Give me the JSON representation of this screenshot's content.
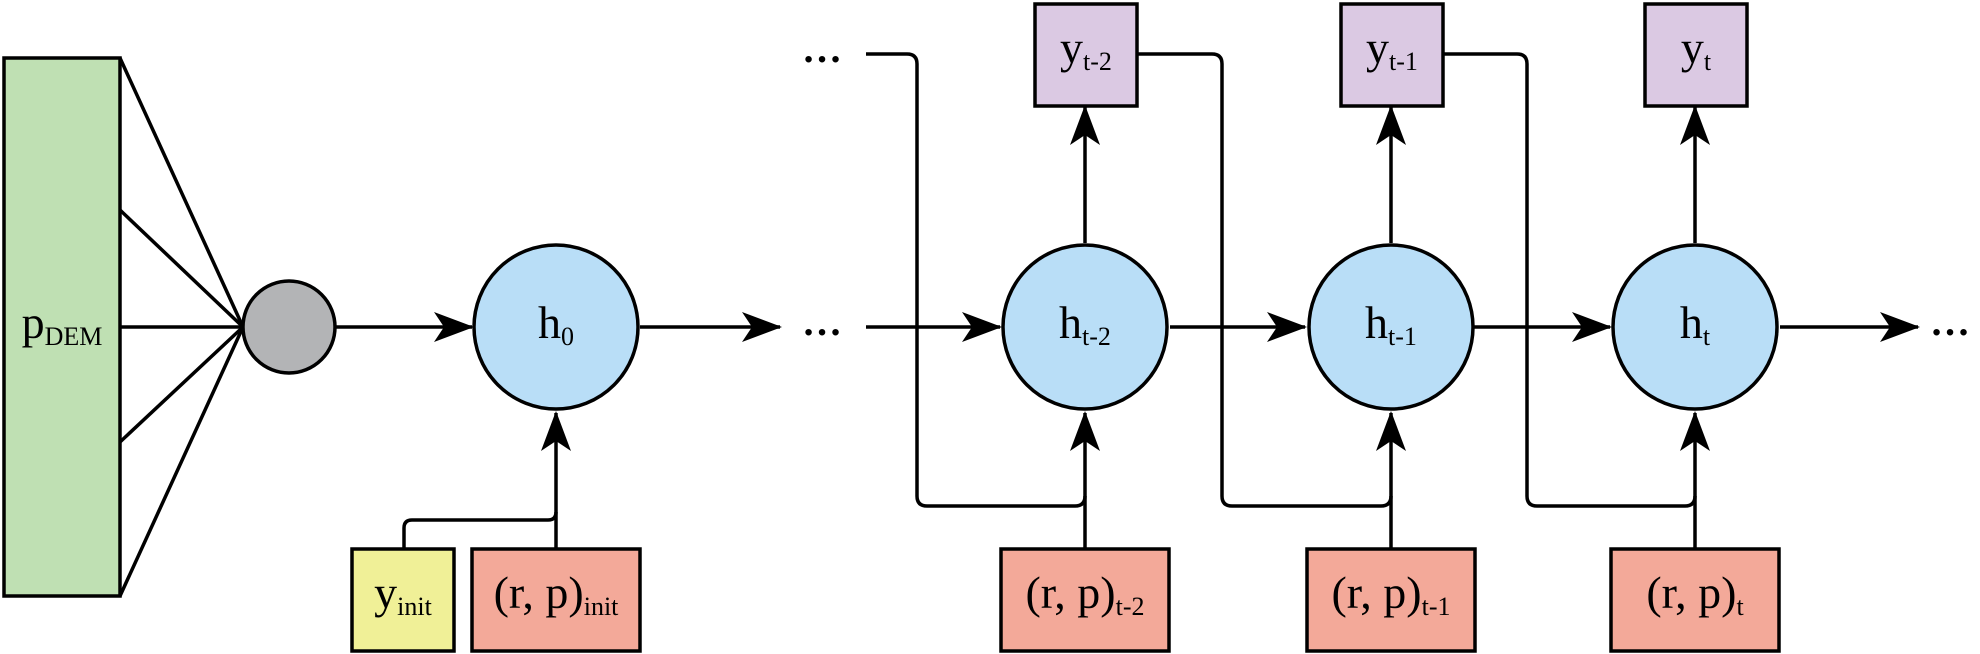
{
  "colors": {
    "input_block": "#bfe0b3",
    "combiner": "#b3b4b6",
    "hidden": "#b9def7",
    "output": "#dbc9e3",
    "param": "#f3a999",
    "init_y": "#f0f097"
  },
  "input": {
    "main": "p",
    "sub": "DEM"
  },
  "hidden": [
    {
      "main": "h",
      "sub": "0"
    },
    {
      "main": "h",
      "sub": "t-2"
    },
    {
      "main": "h",
      "sub": "t-1"
    },
    {
      "main": "h",
      "sub": "t"
    }
  ],
  "outputs": [
    {
      "main": "y",
      "sub": "t-2"
    },
    {
      "main": "y",
      "sub": "t-1"
    },
    {
      "main": "y",
      "sub": "t"
    }
  ],
  "params": [
    {
      "main": "(r, p)",
      "sub": "init"
    },
    {
      "main": "(r, p)",
      "sub": "t-2"
    },
    {
      "main": "(r, p)",
      "sub": "t-1"
    },
    {
      "main": "(r, p)",
      "sub": "t"
    }
  ],
  "y_init": {
    "main": "y",
    "sub": "init"
  },
  "ellipsis": "…"
}
